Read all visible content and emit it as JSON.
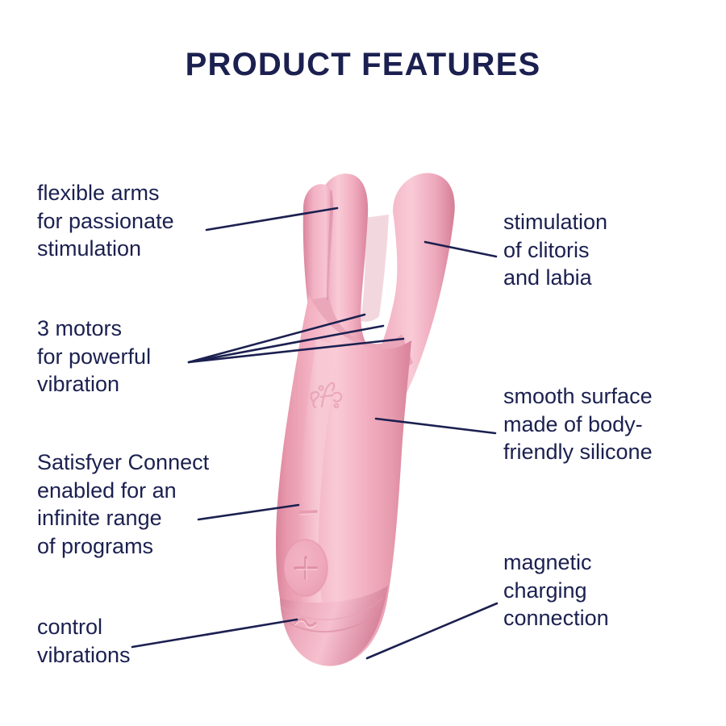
{
  "page": {
    "title": "PRODUCT FEATURES",
    "background_color": "#ffffff",
    "text_color": "#1b2050"
  },
  "product": {
    "name": "satisfyer-threesome-vibrator",
    "body_color": "#f0a4b8",
    "body_highlight_color": "#f8c3d1",
    "body_shadow_color": "#dd8ba2",
    "brand_logo": "satisfyer-s-logo",
    "controls": [
      {
        "name": "minus-button",
        "glyph": "−"
      },
      {
        "name": "plus-button",
        "glyph": "+"
      },
      {
        "name": "power-button",
        "glyph": "wave"
      }
    ]
  },
  "callouts": {
    "left": [
      {
        "id": "flexible-arms",
        "text": "flexible arms\nfor passionate\nstimulation",
        "lines": 1
      },
      {
        "id": "three-motors",
        "text": "3 motors\nfor powerful\nvibration",
        "lines": 3
      },
      {
        "id": "satisfyer-connect",
        "text": "Satisfyer Connect\nenabled for an\ninfinite range\nof programs",
        "lines": 1
      },
      {
        "id": "control-vibrations",
        "text": "control\nvibrations",
        "lines": 1
      }
    ],
    "right": [
      {
        "id": "clitoris-labia",
        "text": "stimulation\nof clitoris\nand labia",
        "lines": 1
      },
      {
        "id": "smooth-surface",
        "text": "smooth surface\nmade of body-\nfriendly silicone",
        "lines": 1
      },
      {
        "id": "magnetic-charging",
        "text": "magnetic\ncharging\nconnection",
        "lines": 1
      }
    ]
  },
  "colors": {
    "navy": "#1b2050",
    "pink": "#f0a4b8",
    "pink_light": "#f9c8d5",
    "pink_dark": "#d9849c",
    "white": "#ffffff"
  }
}
